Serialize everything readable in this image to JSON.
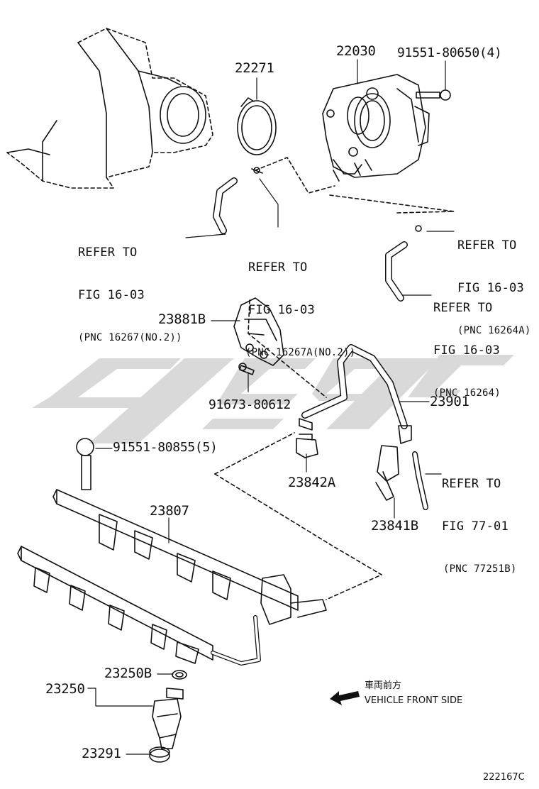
{
  "parts": {
    "p22271": "22271",
    "p22030": "22030",
    "p91551_80650": "91551-80650(4)",
    "p23881B": "23881B",
    "p91673_80612": "91673-80612",
    "p23901": "23901",
    "p91551_80855": "91551-80855(5)",
    "p23842A": "23842A",
    "p23841B": "23841B",
    "p23807": "23807",
    "p23250B": "23250B",
    "p23250": "23250",
    "p23291": "23291"
  },
  "refs": {
    "r1": {
      "l1": "REFER TO",
      "l2": "FIG 16-03",
      "l3": "(PNC 16267(NO.2))"
    },
    "r2": {
      "l1": "REFER TO",
      "l2": "FIG 16-03",
      "l3": "(PNC 16267A(NO.2))"
    },
    "r3": {
      "l1": "REFER TO",
      "l2": "FIG 16-03",
      "l3": "(PNC 16264A)"
    },
    "r4": {
      "l1": "REFER TO",
      "l2": "FIG 16-03",
      "l3": "(PNC 16264)"
    },
    "r5": {
      "l1": "REFER TO",
      "l2": "FIG 77-01",
      "l3": "(PNC 77251B)"
    }
  },
  "front": {
    "jp": "車両前方",
    "en": "VEHICLE FRONT SIDE"
  },
  "figure_code": "222167C",
  "icons": {
    "arrow": "front-direction-arrow-icon",
    "watermark": "watermark-logo"
  }
}
